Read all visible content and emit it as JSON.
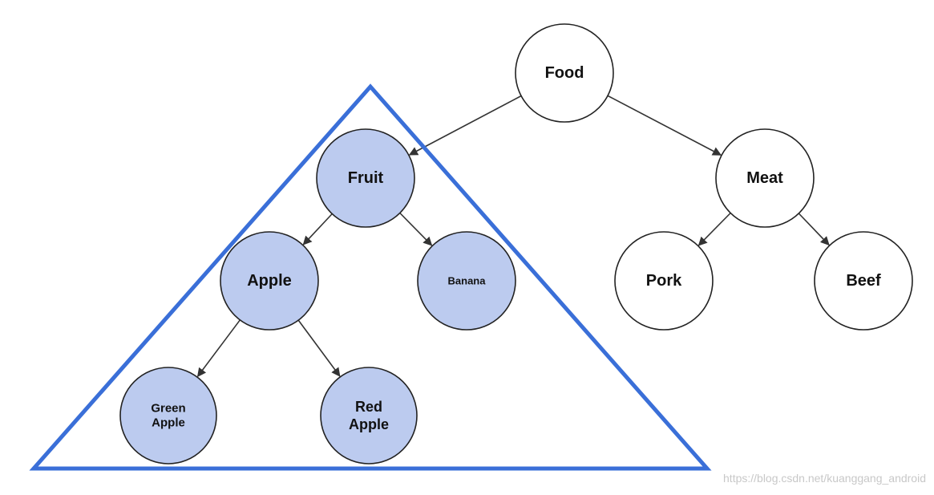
{
  "diagram": {
    "nodes": {
      "food": {
        "lines": [
          "Food"
        ],
        "highlighted": false
      },
      "fruit": {
        "lines": [
          "Fruit"
        ],
        "highlighted": true
      },
      "meat": {
        "lines": [
          "Meat"
        ],
        "highlighted": false
      },
      "apple": {
        "lines": [
          "Apple"
        ],
        "highlighted": true
      },
      "banana": {
        "lines": [
          "Banana"
        ],
        "highlighted": true
      },
      "pork": {
        "lines": [
          "Pork"
        ],
        "highlighted": false
      },
      "beef": {
        "lines": [
          "Beef"
        ],
        "highlighted": false
      },
      "green_apple": {
        "lines": [
          "Green",
          "Apple"
        ],
        "highlighted": true
      },
      "red_apple": {
        "lines": [
          "Red",
          "Apple"
        ],
        "highlighted": true
      }
    },
    "edges": [
      [
        "food",
        "fruit"
      ],
      [
        "food",
        "meat"
      ],
      [
        "fruit",
        "apple"
      ],
      [
        "fruit",
        "banana"
      ],
      [
        "meat",
        "pork"
      ],
      [
        "meat",
        "beef"
      ],
      [
        "apple",
        "green_apple"
      ],
      [
        "apple",
        "red_apple"
      ]
    ],
    "subtree_highlight": {
      "root": "fruit"
    }
  },
  "colors": {
    "highlight_fill": "#bccbef",
    "node_fill": "#ffffff",
    "node_stroke": "#222222",
    "edge": "#333333",
    "triangle": "#3a6fd8"
  },
  "watermark": "https://blog.csdn.net/kuanggang_android"
}
